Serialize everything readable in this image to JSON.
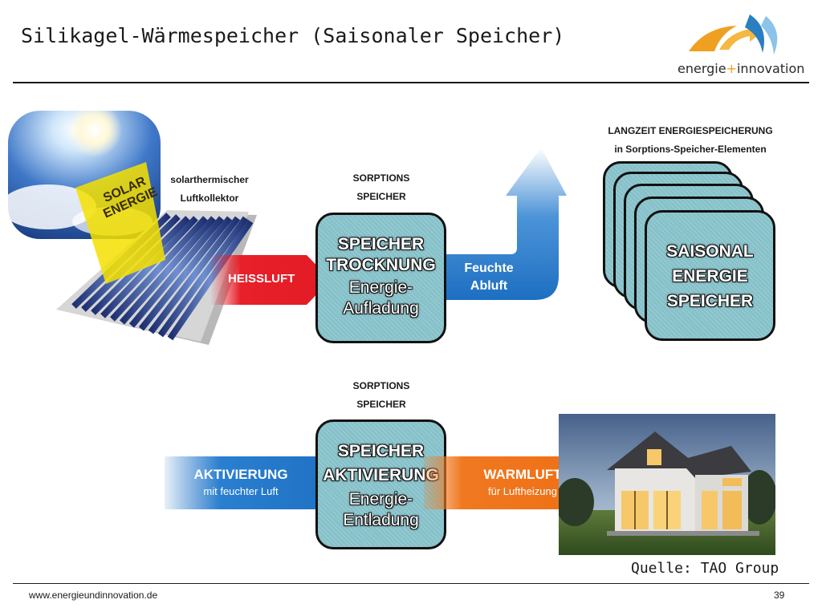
{
  "header": {
    "title": "Silikagel-Wärmespeicher (Saisonaler Speicher)",
    "logo_text_left": "energie",
    "logo_text_plus": "+",
    "logo_text_right": "innovation"
  },
  "top_row": {
    "solar_label_line1": "SOLAR",
    "solar_label_line2": "ENERGIE",
    "collector_caption_line1": "solarthermischer",
    "collector_caption_line2": "Luftkollektor",
    "arrow_heissluft": "HEISSLUFT",
    "storage_caption_line1": "SORPTIONS",
    "storage_caption_line2": "SPEICHER",
    "storage_box_line1": "SPEICHER",
    "storage_box_line2": "TROCKNUNG",
    "storage_box_line3": "Energie-",
    "storage_box_line4": "Aufladung",
    "arrow_abluft_line1": "Feuchte",
    "arrow_abluft_line2": "Abluft",
    "longterm_caption_line1": "LANGZEIT ENERGIESPEICHERUNG",
    "longterm_caption_line2": "in Sorptions-Speicher-Elementen",
    "season_box_line1": "SAISONAL",
    "season_box_line2": "ENERGIE",
    "season_box_line3": "SPEICHER"
  },
  "bottom_row": {
    "storage_caption_line1": "SORPTIONS",
    "storage_caption_line2": "SPEICHER",
    "arrow_activation_line1": "AKTIVIERUNG",
    "arrow_activation_line2": "mit feuchter Luft",
    "storage_box_line1": "SPEICHER",
    "storage_box_line2": "AKTIVIERUNG",
    "storage_box_line3": "Energie-",
    "storage_box_line4": "Entladung",
    "arrow_warm_line1": "WARMLUFT",
    "arrow_warm_line2": "für Luftheizung",
    "source": "Quelle: TAO Group"
  },
  "footer": {
    "url": "www.energieundinnovation.de",
    "page_number": "39"
  },
  "colors": {
    "heissluft": "#e8202a",
    "abluft": "#1d6fc2",
    "warmluft": "#f07820",
    "storage_fill": "#86c1c9",
    "logo_orange": "#f0a020",
    "logo_blue": "#2a7fc0"
  }
}
